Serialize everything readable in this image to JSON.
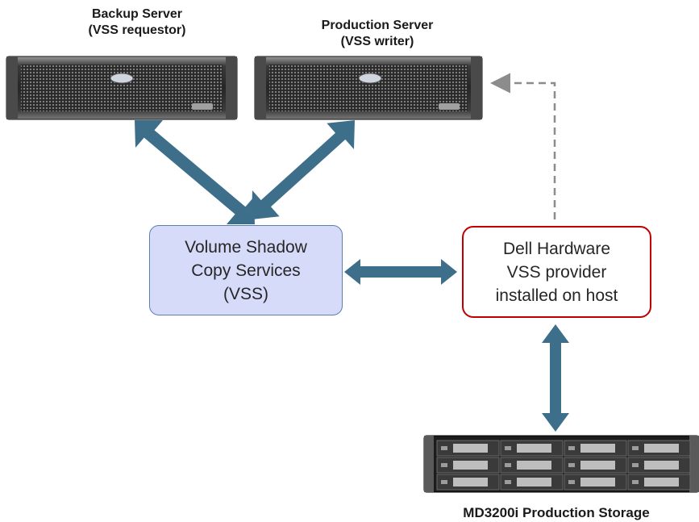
{
  "backup_server": {
    "line1": "Backup Server",
    "line2": "(VSS requestor)"
  },
  "production_server": {
    "line1": "Production Server",
    "line2": "(VSS writer)"
  },
  "vss_box": {
    "line1": "Volume Shadow",
    "line2": "Copy Services",
    "line3": "(VSS)"
  },
  "provider_box": {
    "line1": "Dell Hardware",
    "line2": "VSS provider",
    "line3": "installed on host"
  },
  "storage": {
    "label": "MD3200i Production Storage"
  },
  "colors": {
    "arrow": "#3d6f8a",
    "vss_fill": "#d6dbfa",
    "vss_border": "#5a7fb5",
    "provider_border": "#c00000",
    "dashed": "#8c8c8c"
  },
  "icons": [
    "rack-server-icon",
    "rack-server-icon",
    "storage-array-icon"
  ]
}
